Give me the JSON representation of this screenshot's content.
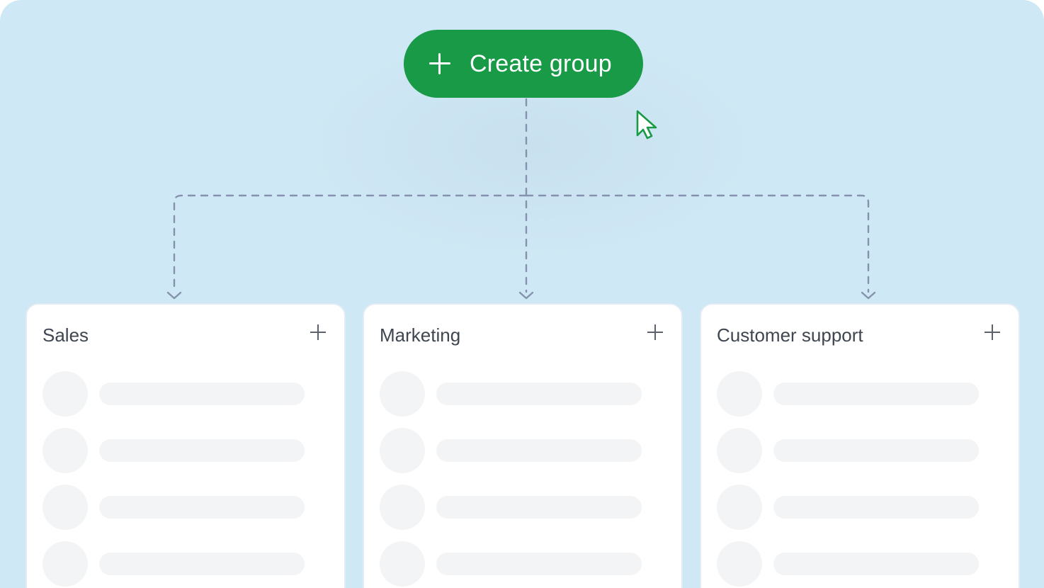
{
  "create_button": {
    "label": "Create group",
    "color": "#199a47",
    "icon": "plus-icon"
  },
  "cursor": {
    "icon": "pointer-cursor-icon",
    "color": "#199a47"
  },
  "connector": {
    "color": "#8592ad",
    "style": "dashed"
  },
  "groups": [
    {
      "title": "Sales",
      "add_icon": "plus-icon",
      "placeholder_rows": 4
    },
    {
      "title": "Marketing",
      "add_icon": "plus-icon",
      "placeholder_rows": 4
    },
    {
      "title": "Customer support",
      "add_icon": "plus-icon",
      "placeholder_rows": 4
    }
  ],
  "colors": {
    "background": "#cfe8f5",
    "card": "#ffffff",
    "placeholder": "#f3f4f6",
    "title_text": "#3f4650"
  }
}
